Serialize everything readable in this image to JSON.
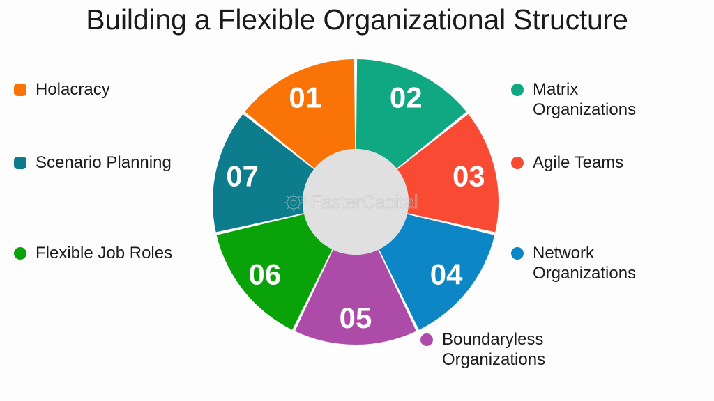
{
  "slide": {
    "title": "Building a Flexible Organizational Structure",
    "background_color": "#fdfdfd"
  },
  "watermark": {
    "text": "FasterCapital",
    "icon": "gear-icon",
    "color": "#c6c6c6"
  },
  "donut": {
    "center_hole_color": "#e0e0e0",
    "segment_count": 7,
    "start_angle_deg": 0,
    "gap_deg": 1.2,
    "outer_radius": 205,
    "inner_radius": 76
  },
  "chart_data": {
    "type": "pie",
    "title": "Building a Flexible Organizational Structure",
    "subtitle": "",
    "legend_position": "left-and-right",
    "categories": [
      "Holacracy",
      "Matrix Organizations",
      "Agile Teams",
      "Network Organizations",
      "Boundaryless Organizations",
      "Flexible Job Roles",
      "Scenario Planning"
    ],
    "values": [
      14.29,
      14.29,
      14.29,
      14.29,
      14.29,
      14.29,
      14.29
    ],
    "colors": [
      "#f97306",
      "#10a883",
      "#f94a33",
      "#0c86c4",
      "#ac4ca8",
      "#09a209",
      "#0d7c8c"
    ],
    "segments": [
      {
        "number": "01",
        "label": "Holacracy",
        "color": "#f97306",
        "start_deg": -51.43,
        "end_deg": 0,
        "label_x": 145,
        "label_y": 68
      },
      {
        "number": "02",
        "label": "Matrix Organizations",
        "color": "#10a883",
        "start_deg": 0,
        "end_deg": 51.43,
        "label_x": 272,
        "label_y": 65
      },
      {
        "number": "03",
        "label": "Agile Teams",
        "color": "#f94a33",
        "start_deg": 51.43,
        "end_deg": 102.86,
        "label_x": 351,
        "label_y": 172
      },
      {
        "number": "04",
        "label": "Network Organizations",
        "color": "#0c86c4",
        "start_deg": 102.86,
        "end_deg": 154.29,
        "label_x": 322,
        "label_y": 302
      },
      {
        "number": "05",
        "label": "Boundaryless Organizations",
        "color": "#ac4ca8",
        "start_deg": 154.29,
        "end_deg": 205.71,
        "label_x": 203,
        "label_y": 348
      },
      {
        "number": "06",
        "label": "Flexible Job Roles",
        "color": "#09a209",
        "start_deg": 205.71,
        "end_deg": 257.14,
        "label_x": 89,
        "label_y": 297
      },
      {
        "number": "07",
        "label": "Scenario Planning",
        "color": "#0d7c8c",
        "start_deg": 257.14,
        "end_deg": 308.57,
        "label_x": 63,
        "label_y": 175
      }
    ]
  },
  "legend": {
    "left": [
      {
        "label": "Holacracy",
        "color": "#f97306",
        "shape": "rounded-square"
      },
      {
        "label": "Scenario Planning",
        "color": "#0d7c8c",
        "shape": "rounded-square"
      },
      {
        "label": "Flexible Job Roles",
        "color": "#09a209",
        "shape": "circle"
      }
    ],
    "right": [
      {
        "label": "Matrix\nOrganizations",
        "color": "#10a883",
        "shape": "circle"
      },
      {
        "label": "Agile Teams",
        "color": "#f94a33",
        "shape": "circle"
      },
      {
        "label": "Network\nOrganizations",
        "color": "#0c86c4",
        "shape": "circle"
      }
    ],
    "bottom": [
      {
        "label": "Boundaryless\nOrganizations",
        "color": "#ac4ca8",
        "shape": "circle"
      }
    ]
  }
}
